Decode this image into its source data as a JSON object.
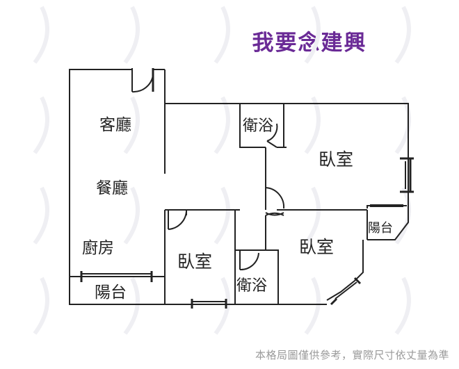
{
  "title": "我要念建興",
  "disclaimer": "本格局圖僅供參考，實際尺寸依丈量為準",
  "rooms": {
    "living_room": "客廳",
    "dining_room": "餐廳",
    "kitchen": "廚房",
    "balcony_left": "陽台",
    "bedroom_small": "臥室",
    "bathroom_bottom": "衛浴",
    "bedroom_middle": "臥室",
    "bathroom_top": "衛浴",
    "bedroom_master": "臥室",
    "balcony_right": "陽台"
  },
  "colors": {
    "wall": "#222222",
    "title": "#6a2a96",
    "watermark": "#f1f1f3"
  }
}
